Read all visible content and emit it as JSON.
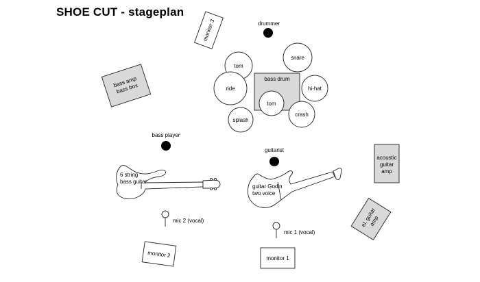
{
  "title": "SHOE CUT - stageplan",
  "colors": {
    "amp_fill": "#d9d9d9",
    "drum_fill": "#ffffff",
    "person_fill": "#000000",
    "stroke": "#333333"
  },
  "people": {
    "drummer": "drummer",
    "bass_player": "bass player",
    "guitarist": "guitarist"
  },
  "drums": {
    "bass_drum": "bass drum",
    "tom_1": "tom",
    "tom_2": "tom",
    "snare": "snare",
    "ride": "ride",
    "hi_hat": "hi-hat",
    "crash": "crash",
    "splash": "splash"
  },
  "amps": {
    "bass_amp": [
      "bass amp",
      "bass box"
    ],
    "acoustic_guitar_amp": [
      "acoustic",
      "guitar",
      "amp"
    ],
    "el_guitar_amp": [
      "el. guitar",
      "amp"
    ]
  },
  "monitors": {
    "monitor_1": "monitor 1",
    "monitor_2": "monitor 2",
    "monitor_3": "monitor 3"
  },
  "instruments": {
    "bass_guitar": [
      "6 string",
      "bass guitar"
    ],
    "guitar": [
      "guitar Godin",
      "two voice"
    ]
  },
  "mics": {
    "mic_1": "mic 1 (vocal)",
    "mic_2": "mic 2 (vocal)"
  }
}
